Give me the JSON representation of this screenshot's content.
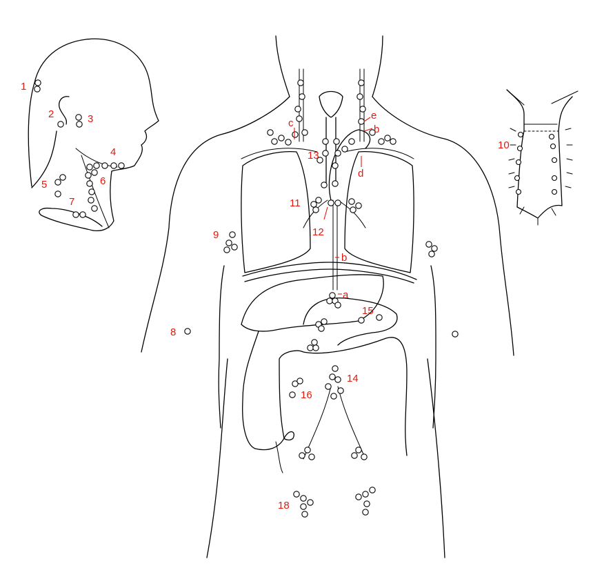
{
  "colors": {
    "label": "#e8160c",
    "line": "#000000",
    "background": "#ffffff"
  },
  "labels": {
    "l1": "1",
    "l2": "2",
    "l3": "3",
    "l4": "4",
    "l5": "5",
    "l6": "6",
    "l7": "7",
    "l8": "8",
    "l9": "9",
    "l10": "10",
    "l11": "11",
    "l12": "12",
    "l13": "13",
    "l14": "14",
    "l15": "15",
    "l16": "16",
    "l18": "18",
    "la": "a",
    "lb1": "b",
    "lb2": "b",
    "lc": "c",
    "ld": "d",
    "le": "e"
  },
  "panels": [
    "head-neck-lateral",
    "trunk-anterior",
    "mediastinal-tree"
  ]
}
